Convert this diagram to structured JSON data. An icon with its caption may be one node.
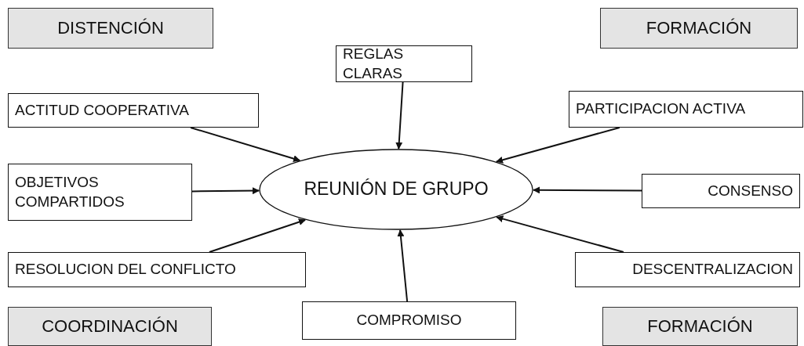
{
  "diagram": {
    "nodes": [
      {
        "text": [
          "DISTENCIÓN"
        ]
      },
      {
        "text": [
          "REGLAS CLARAS"
        ]
      },
      {
        "text": [
          "FORMACIÓN"
        ]
      },
      {
        "text": [
          "ACTITUD COOPERATIVA"
        ]
      },
      {
        "text": [
          "PARTICIPACION ACTIVA"
        ]
      },
      {
        "text": [
          "OBJETIVOS COMPARTIDOS"
        ]
      },
      {
        "text": [
          "REUNIÓN DE GRUPO"
        ]
      },
      {
        "text": [
          "CONSENSO"
        ]
      },
      {
        "text": [
          "RESOLUCION DEL CONFLICTO"
        ]
      },
      {
        "text": [
          "DESCENTRALIZACION"
        ]
      },
      {
        "text": [
          "COORDINACIÓN"
        ]
      },
      {
        "text": [
          "COMPROMISO"
        ]
      },
      {
        "text": [
          "FORMACIÓN"
        ]
      }
    ],
    "edges": [
      {
        "from": 1,
        "to": 6,
        "arrow": "to"
      },
      {
        "from": 3,
        "to": 6,
        "arrow": "to"
      },
      {
        "from": 4,
        "to": 6,
        "arrow": "to"
      },
      {
        "from": 5,
        "to": 6,
        "arrow": "to"
      },
      {
        "from": 7,
        "to": 6,
        "arrow": "to"
      },
      {
        "from": 8,
        "to": 6,
        "arrow": "to"
      },
      {
        "from": 9,
        "to": 6,
        "arrow": "to"
      },
      {
        "from": 11,
        "to": 6,
        "arrow": "to"
      }
    ]
  }
}
